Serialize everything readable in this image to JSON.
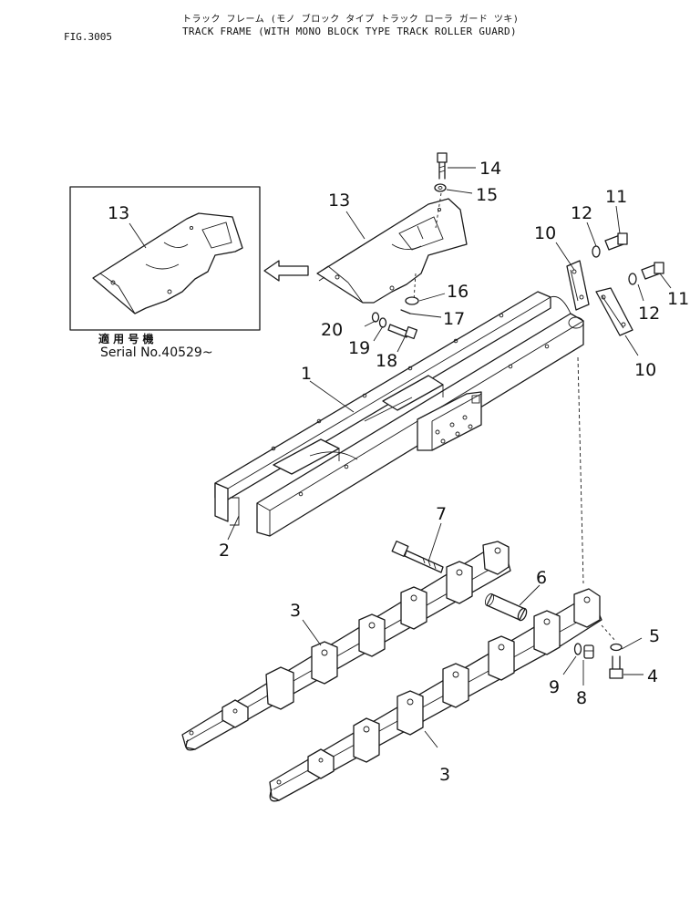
{
  "header": {
    "figure_number": "FIG.3005",
    "title_jp": "トラック フレーム (モノ ブロック タイプ トラック ローラ ガード ツキ)",
    "title_en": "TRACK FRAME (WITH MONO BLOCK TYPE TRACK ROLLER GUARD)"
  },
  "inset": {
    "part_label": "13",
    "applicability_jp": "適 用 号 機",
    "serial_note": "Serial  No.40529~"
  },
  "callouts": {
    "c1": "1",
    "c2": "2",
    "c3a": "3",
    "c3b": "3",
    "c4": "4",
    "c5": "5",
    "c6": "6",
    "c7": "7",
    "c8": "8",
    "c9": "9",
    "c10a": "10",
    "c10b": "10",
    "c11a": "11",
    "c11b": "11",
    "c12a": "12",
    "c12b": "12",
    "c13": "13",
    "c14": "14",
    "c15": "15",
    "c16": "16",
    "c17": "17",
    "c18": "18",
    "c19": "19",
    "c20": "20"
  }
}
